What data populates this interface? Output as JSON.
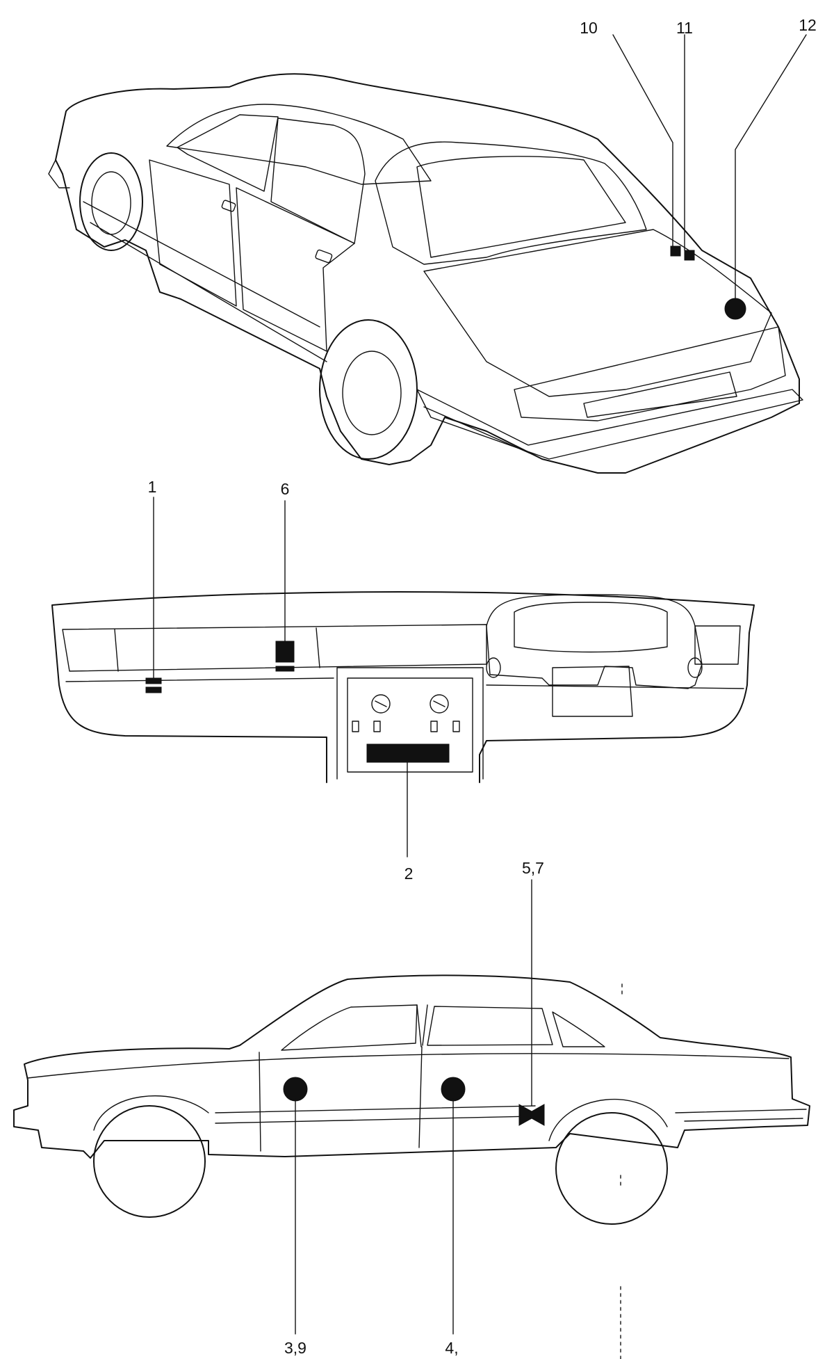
{
  "callouts": {
    "c10": "10",
    "c11": "11",
    "c12": "12",
    "c1": "1",
    "c6": "6",
    "c2": "2",
    "c5_7": "5,7",
    "c3_9": "3,9",
    "c4": "4,"
  },
  "colors": {
    "line": "#111111",
    "background": "#ffffff"
  }
}
